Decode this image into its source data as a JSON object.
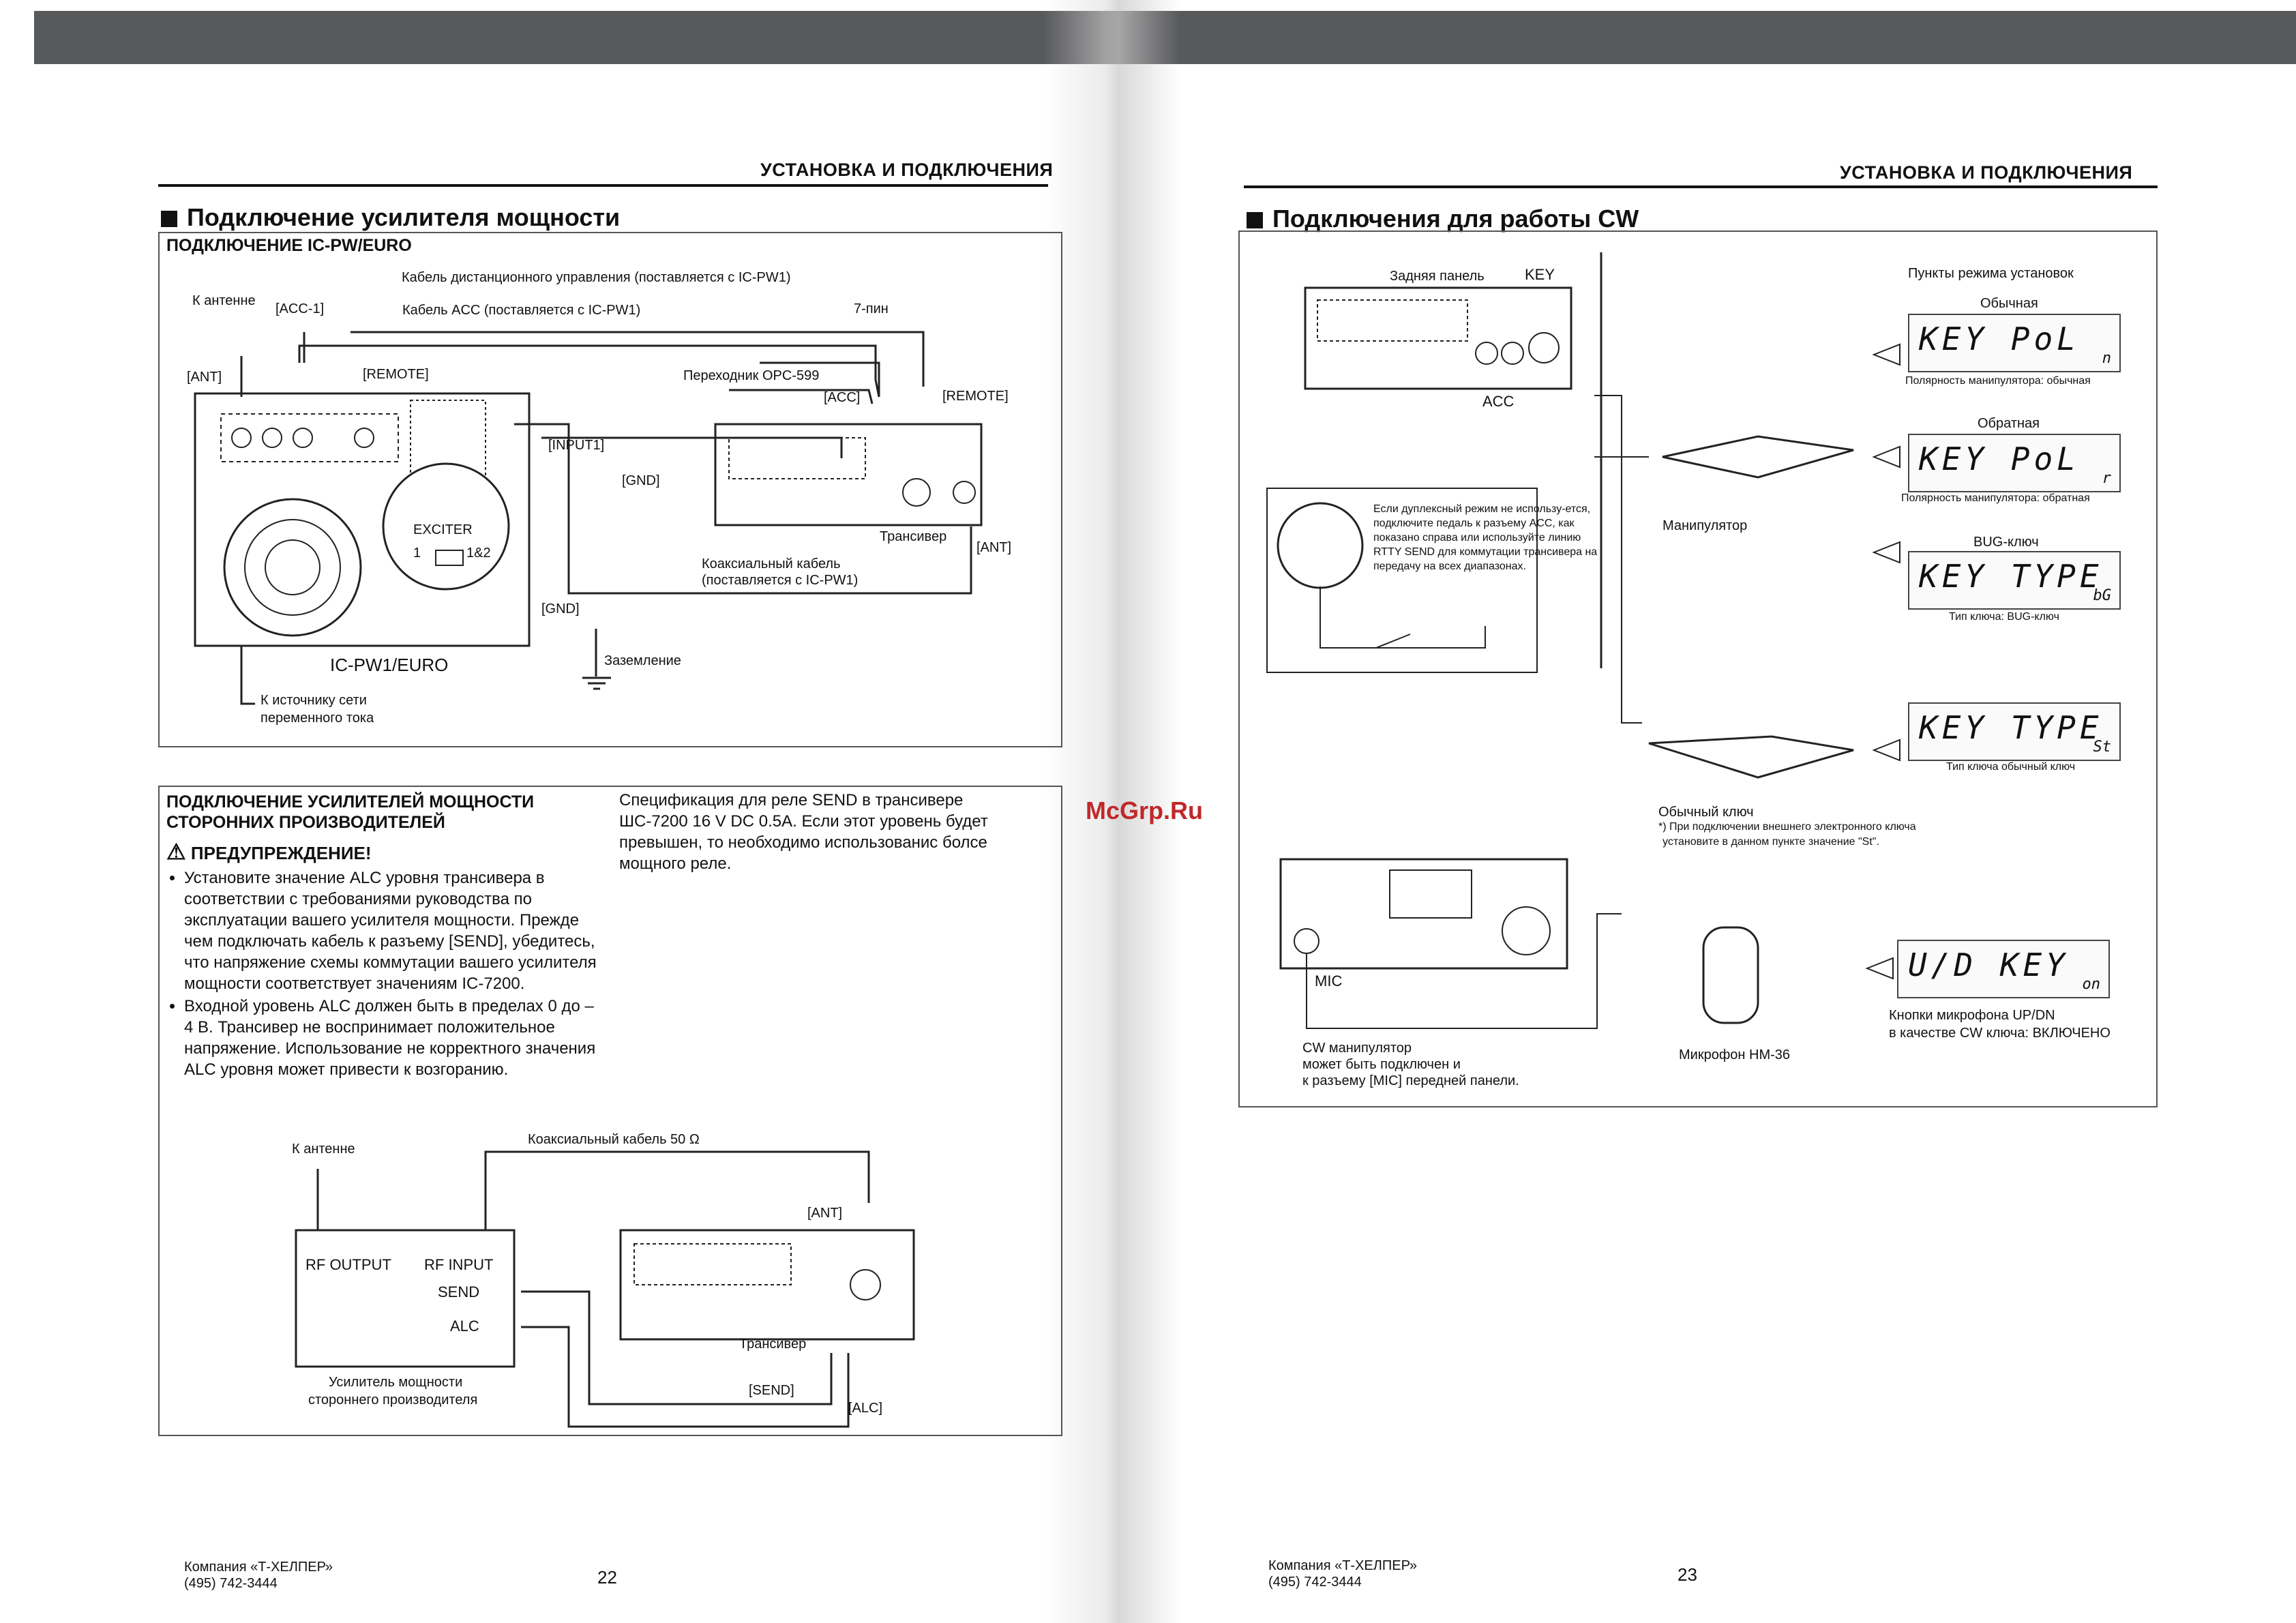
{
  "watermark": "McGrp.Ru",
  "left_page": {
    "header": "УСТАНОВКА И ПОДКЛЮЧЕНИЯ",
    "title": "Подключение усилителя мощности",
    "box1": {
      "subtitle": "ПОДКЛЮЧЕНИЕ IC-PW/EURO",
      "labels": {
        "remote_cable": "Кабель дистанционного управления (поставляется с IC-PW1)",
        "acc_cable": "Кабель ACC (поставляется с IC-PW1)",
        "to_antenna": "К антенне",
        "acc1": "[ACC-1]",
        "pin7": "7-пин",
        "ant": "[ANT]",
        "remote": "[REMOTE]",
        "adapter": "Переходник OPC-599",
        "acc": "[ACC]",
        "remote2": "[REMOTE]",
        "input1": "[INPUT1]",
        "gnd": "[GND]",
        "exciter": "EXCITER",
        "exciter_1": "1",
        "exciter_12": "1&2",
        "transceiver": "Трансивер",
        "ant2": "[ANT]",
        "coax": "Коаксиальный кабель",
        "coax2": "(поставляется с IC-PW1)",
        "gnd2": "[GND]",
        "model": "IC-PW1/EURO",
        "ground": "Заземление",
        "ac1": "К источнику сети",
        "ac2": "переменного тока"
      }
    },
    "box2": {
      "subtitle_line1": "ПОДКЛЮЧЕНИЕ УСИЛИТЕЛЕЙ МОЩНОСТИ",
      "subtitle_line2": "СТОРОННИХ ПРОИЗВОДИТЕЛЕЙ",
      "warning_title": "ПРЕДУПРЕЖДЕНИЕ!",
      "warnings": [
        "Установите значение ALC уровня трансивера в соответствии с требованиями руководства по эксплуатации вашего усилителя мощности. Прежде чем подключать кабель к разъему [SEND], убедитесь, что напряжение схемы коммутации вашего усилителя мощности соответствует значениям IC-7200.",
        "Входной уровень ALC должен быть в пределах 0 до – 4 В. Трансивер не воспринимает положительное напряжение. Использование не корректного значения ALC уровня может привести к возгоранию."
      ],
      "spec_text": "Спецификация для реле SEND в трансивере ШС-7200 16 V DC 0.5A. Если этот уровень будет превышен, то необходимо использованис болсе мощного реле.",
      "labels": {
        "to_antenna": "К антенне",
        "coax50": "Коаксиальный кабель 50 Ω",
        "ant": "[ANT]",
        "rf_output": "RF OUTPUT",
        "rf_input": "RF INPUT",
        "send": "SEND",
        "alc": "ALC",
        "transceiver": "Трансивер",
        "send2": "[SEND]",
        "alc2": "[ALC]",
        "amp1": "Усилитель мощности",
        "amp2": "стороннего производителя"
      }
    },
    "footer_company": "Компания «Т-ХЕЛПЕР»",
    "footer_phone": "(495) 742-3444",
    "page_number": "22"
  },
  "right_page": {
    "header": "УСТАНОВКА И ПОДКЛЮЧЕНИЯ",
    "title": "Подключения для работы CW",
    "labels": {
      "rear_panel": "Задняя панель",
      "key": "KEY",
      "acc": "ACC",
      "modes_title": "Пункты режима установок",
      "normal": "Обычная",
      "polarity_normal": "Полярность манипулятора: обычная",
      "reverse": "Обратная",
      "polarity_reverse": "Полярность манипулятора: обратная",
      "manipulator": "Манипулятор",
      "bug_key": "BUG-ключ",
      "key_type_bug": "Тип ключа: BUG-ключ",
      "key_type_normal": "Тип ключа обычный ключ",
      "normal_key": "Обычный ключ",
      "note": "*) При подключении внешнего электронного ключа",
      "note2": "установите в данном пункте значение \"St\".",
      "duplex_note": "Если дуплексный режим не использу-ется, подключите педаль к разъему ACC, как показано справа или используйте линию RTTY SEND для коммутации трансивера на передачу на всех диапазонах.",
      "mic": "MIC",
      "cw1": "CW манипулятор",
      "cw2": "может быть подключен и",
      "cw3": "к разъему [MIC] передней панели.",
      "mic_model": "Микрофон HM-36",
      "updn1": "Кнопки микрофона UP/DN",
      "updn2": "в качестве CW ключа: ВКЛЮЧЕНО"
    },
    "lcd": [
      {
        "main": "KEY PoL",
        "suffix": "n"
      },
      {
        "main": "KEY PoL",
        "suffix": "r"
      },
      {
        "main": "KEY TYPE",
        "suffix": "bG"
      },
      {
        "main": "KEY TYPE",
        "suffix": "St"
      },
      {
        "main": "U/D KEY",
        "suffix": "on"
      }
    ],
    "footer_company": "Компания «Т-ХЕЛПЕР»",
    "footer_phone": "(495) 742-3444",
    "page_number": "23"
  }
}
